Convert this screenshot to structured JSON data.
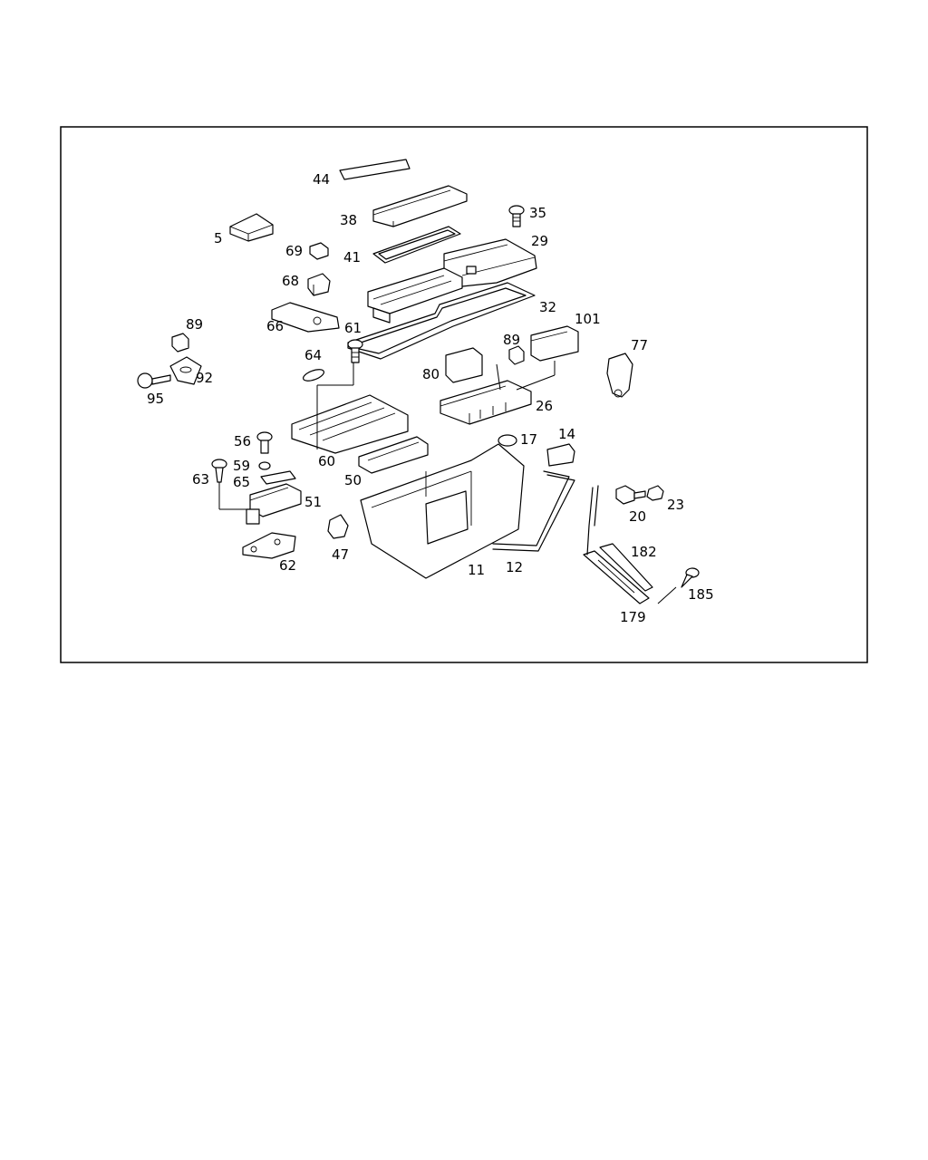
{
  "diagram": {
    "callouts": {
      "c44": "44",
      "c38": "38",
      "c35": "35",
      "c5": "5",
      "c69": "69",
      "c41": "41",
      "c29": "29",
      "c68": "68",
      "c32": "32",
      "c66": "66",
      "c61": "61",
      "c101": "101",
      "c89a": "89",
      "c89b": "89",
      "c77": "77",
      "c64": "64",
      "c80": "80",
      "c92": "92",
      "c95": "95",
      "c26": "26",
      "c14": "14",
      "c56": "56",
      "c17": "17",
      "c60": "60",
      "c59": "59",
      "c63": "63",
      "c50": "50",
      "c65": "65",
      "c51": "51",
      "c23": "23",
      "c20": "20",
      "c182": "182",
      "c47": "47",
      "c62": "62",
      "c11": "11",
      "c12": "12",
      "c185": "185",
      "c179": "179"
    }
  }
}
